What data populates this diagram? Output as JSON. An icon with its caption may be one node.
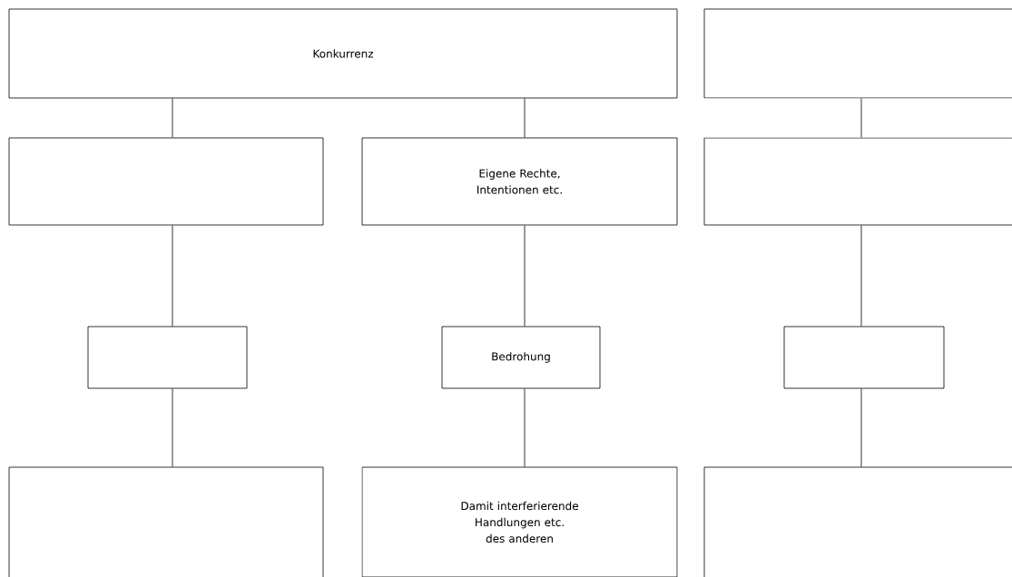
{
  "diagram": {
    "nodes": [
      {
        "text": [
          "Konkurrenz"
        ]
      },
      {
        "text": [],
        "shape": "box"
      },
      {
        "text": [],
        "shape": "box"
      },
      {
        "text": [
          "Eigene Rechte, Intentionen etc."
        ]
      },
      {
        "text": [],
        "shape": "box"
      },
      {
        "text": [],
        "shape": "box"
      },
      {
        "text": [
          "Bedrohung"
        ]
      },
      {
        "text": [],
        "shape": "box"
      },
      {
        "text": [],
        "shape": "box"
      },
      {
        "text": [
          "Damit interferierende Handlungen etc. des anderen"
        ]
      },
      {
        "text": [],
        "shape": "box"
      }
    ],
    "edges": [
      {
        "from": 0,
        "to": 2,
        "arrow": "none"
      },
      {
        "from": 0,
        "to": 3,
        "arrow": "none"
      },
      {
        "from": 1,
        "to": 4,
        "arrow": "none"
      },
      {
        "from": 2,
        "to": 5,
        "arrow": "none"
      },
      {
        "from": 3,
        "to": 6,
        "arrow": "none"
      },
      {
        "from": 4,
        "to": 7,
        "arrow": "none"
      },
      {
        "from": 5,
        "to": 8,
        "arrow": "none"
      },
      {
        "from": 6,
        "to": 9,
        "arrow": "none"
      },
      {
        "from": 7,
        "to": 10,
        "arrow": "none"
      }
    ]
  }
}
